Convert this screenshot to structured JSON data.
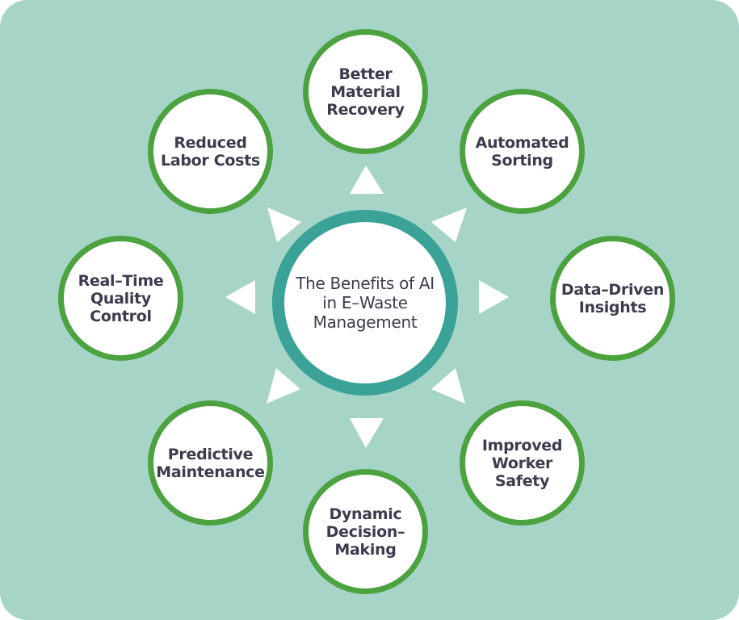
{
  "diagram": {
    "center": {
      "label": "The Benefits of AI\nin E–Waste\nManagement"
    },
    "benefits": [
      {
        "label": "Better\nMaterial\nRecovery"
      },
      {
        "label": "Automated\nSorting"
      },
      {
        "label": "Data–Driven\nInsights"
      },
      {
        "label": "Improved\nWorker\nSafety"
      },
      {
        "label": "Dynamic\nDecision–\nMaking"
      },
      {
        "label": "Predictive\nMaintenance"
      },
      {
        "label": "Real–Time\nQuality\nControl"
      },
      {
        "label": "Reduced\nLabor Costs"
      }
    ]
  },
  "colors": {
    "background": "#a6d5c8",
    "node_border": "#4ca23f",
    "center_border": "#3aa297",
    "text": "#3b3d4f",
    "arrow": "#ffffff"
  }
}
